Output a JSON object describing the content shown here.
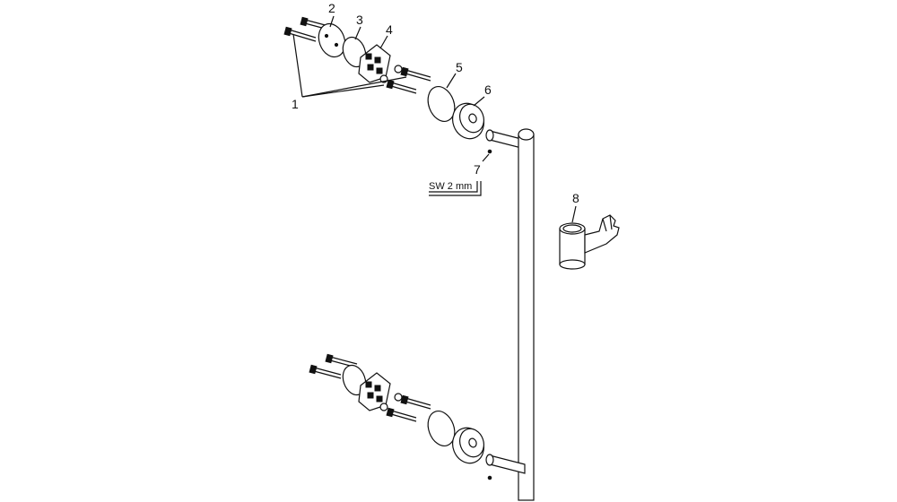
{
  "callouts": {
    "c1": "1",
    "c2": "2",
    "c3": "3",
    "c4": "4",
    "c5": "5",
    "c6": "6",
    "c7": "7",
    "c8": "8"
  },
  "tool_label": "SW 2 mm",
  "colors": {
    "line": "#111111",
    "background": "#ffffff"
  }
}
